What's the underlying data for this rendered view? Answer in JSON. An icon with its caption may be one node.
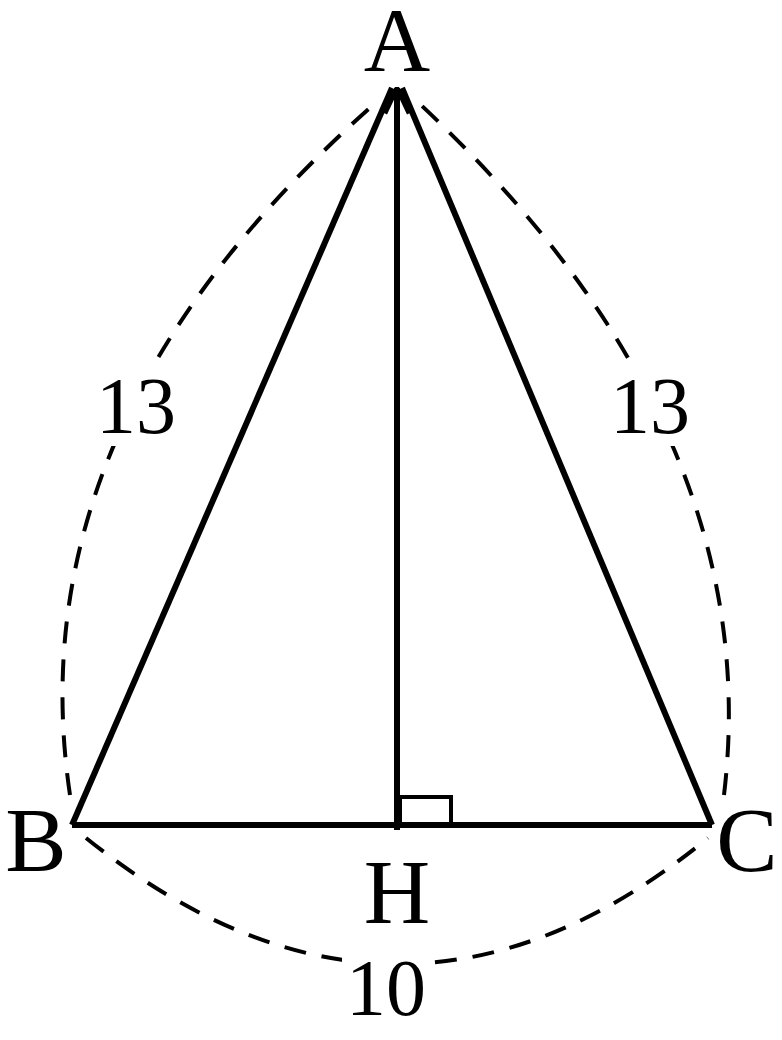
{
  "diagram": {
    "nodes": [
      {
        "text": [
          "A"
        ]
      },
      {
        "text": [
          "B"
        ]
      },
      {
        "text": [
          "C"
        ]
      },
      {
        "text": [
          "H"
        ]
      }
    ],
    "edges": [
      {
        "from": 0,
        "to": 1,
        "arrow": "none"
      },
      {
        "from": 0,
        "to": 2,
        "arrow": "none"
      },
      {
        "from": 1,
        "to": 2,
        "arrow": "none"
      },
      {
        "from": 3,
        "to": 0,
        "arrow": "to"
      }
    ],
    "labels": [
      "13",
      "13",
      "10"
    ]
  }
}
